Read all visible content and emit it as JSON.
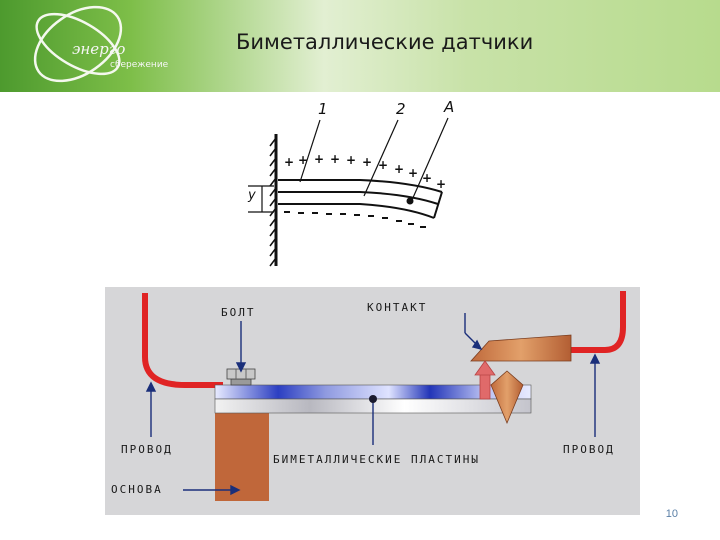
{
  "header": {
    "title": "Биметаллические датчики",
    "logo_word": "энерго",
    "logo_sub": "сбережение"
  },
  "figure1": {
    "labels": {
      "l1": "1",
      "l2": "2",
      "lA": "A",
      "ly": "y"
    }
  },
  "figure2": {
    "labels": {
      "bolt": "БОЛТ",
      "contact": "КОНТАКТ",
      "wire_left": "ПРОВОД",
      "wire_right": "ПРОВОД",
      "base": "ОСНОВА",
      "plates": "БИМЕТАЛЛИЧЕСКИЕ ПЛАСТИНЫ"
    },
    "colors": {
      "background": "#d6d6d8",
      "wire": "#e02424",
      "copper": "#c06a3c",
      "plate": "#3646c8",
      "arrow": "#e06a6a"
    }
  },
  "footer": {
    "page_number": "10"
  }
}
